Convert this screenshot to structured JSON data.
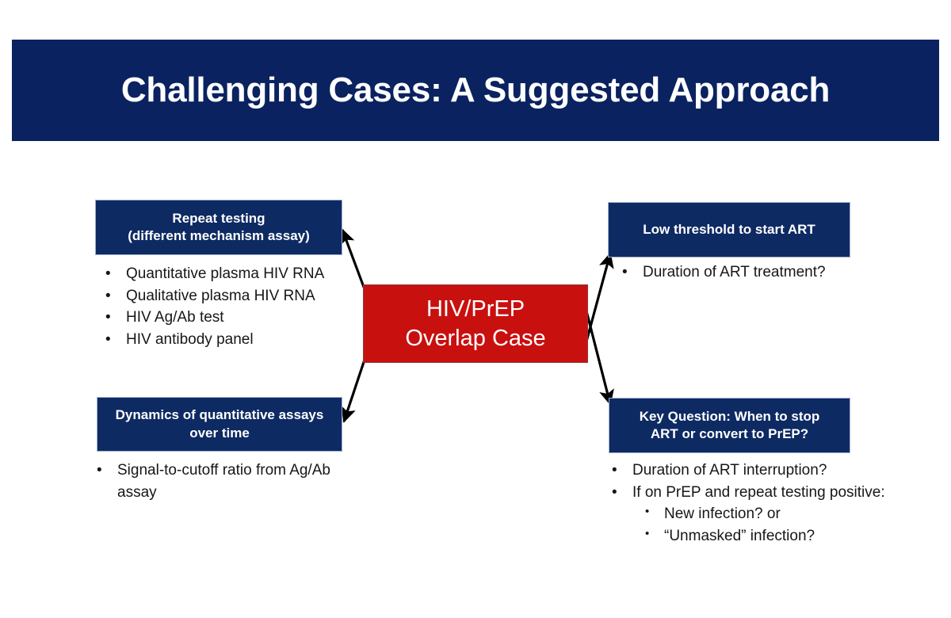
{
  "slide": {
    "title": "Challenging Cases: A Suggested Approach",
    "center_node": {
      "label": "HIV/PrEP\nOverlap Case",
      "color": "#c8100f"
    },
    "theme": {
      "navy": "#0a2260",
      "box_navy": "#0e2a63",
      "red": "#c8100f",
      "text": "#171717",
      "white": "#ffffff"
    },
    "nodes": [
      {
        "id": "repeat-testing",
        "label": "Repeat testing\n(different mechanism assay)",
        "bullets": [
          {
            "level": 1,
            "text": "Quantitative plasma HIV RNA"
          },
          {
            "level": 1,
            "text": "Qualitative plasma HIV RNA"
          },
          {
            "level": 1,
            "text": "HIV Ag/Ab test"
          },
          {
            "level": 1,
            "text": "HIV antibody panel"
          }
        ]
      },
      {
        "id": "dynamics",
        "label": "Dynamics of quantitative assays\nover time",
        "bullets": [
          {
            "level": 1,
            "text": "Signal-to-cutoff ratio from Ag/Ab assay"
          }
        ]
      },
      {
        "id": "low-threshold",
        "label": "Low threshold to start ART",
        "bullets": [
          {
            "level": 1,
            "text": "Duration of ART treatment?"
          }
        ]
      },
      {
        "id": "key-question",
        "label": "Key Question: When to stop\nART or convert to PrEP?",
        "bullets": [
          {
            "level": 1,
            "text": "Duration of ART interruption?"
          },
          {
            "level": 1,
            "text": "If on PrEP and repeat testing positive:"
          },
          {
            "level": 2,
            "text": "New infection? or"
          },
          {
            "level": 2,
            "text": "“Unmasked” infection?"
          }
        ]
      }
    ],
    "arrows": [
      {
        "id": "arrow-center-to-repeat-testing",
        "from": "center",
        "to": "repeat-testing"
      },
      {
        "id": "arrow-center-to-dynamics",
        "from": "center",
        "to": "dynamics"
      },
      {
        "id": "arrow-center-to-low-threshold",
        "from": "center",
        "to": "low-threshold"
      },
      {
        "id": "arrow-center-to-key-question",
        "from": "center",
        "to": "key-question"
      }
    ],
    "bullet_glyph": "•"
  }
}
